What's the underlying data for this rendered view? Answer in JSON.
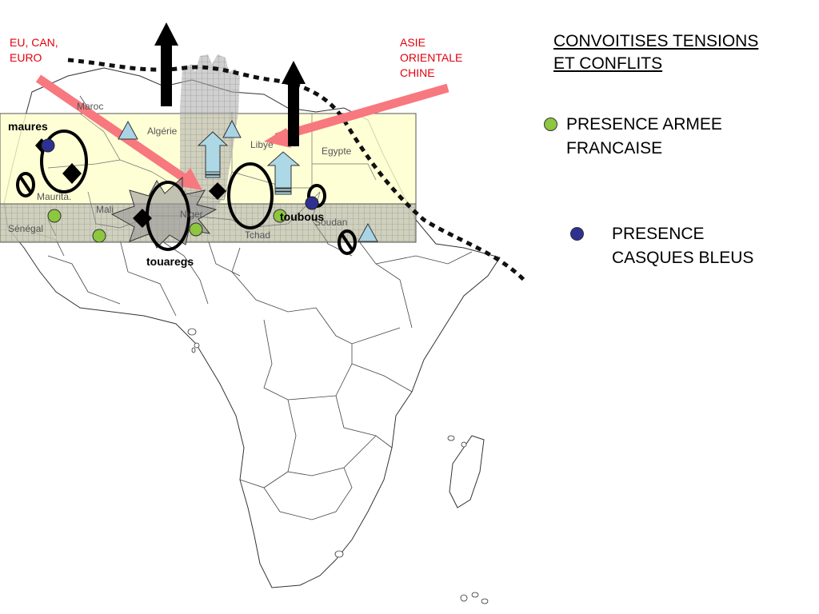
{
  "legend": {
    "title": "CONVOITISES TENSIONS\nET CONFLITS",
    "items": [
      {
        "label": "PRESENCE ARMEE\nFRANCAISE",
        "color": "#8dc63f"
      },
      {
        "label": "PRESENCE\nCASQUES BLEUS",
        "color": "#2e3192"
      }
    ]
  },
  "origins": {
    "west": "EU, CAN,\nEURO",
    "east": "ASIE\nORIENTALE\nCHINE"
  },
  "countries": {
    "maroc": "Maroc",
    "algerie": "Algérie",
    "libye": "Libye",
    "egypte": "Egypte",
    "mauritanie": "Maurita.",
    "mali": "Mali",
    "niger": "Niger",
    "tchad": "Tchad",
    "soudan": "Soudan",
    "senegal": "Sénégal"
  },
  "groups": {
    "maures": "maures",
    "touaregs": "touaregs",
    "toubous": "toubous"
  },
  "colors": {
    "sahara_band": "#ffffcc",
    "sahel_band": "#c8c8b4",
    "arrow_red": "#f7787f",
    "french_army": "#8dc63f",
    "un_blue": "#2e3192",
    "arrow_light_blue": "#add8e6",
    "triangle_blue": "#a8d4e6"
  }
}
